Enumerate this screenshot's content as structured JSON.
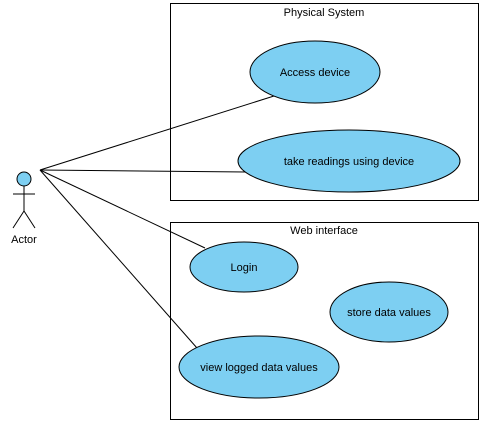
{
  "actor": {
    "label": "Actor",
    "head_color": "#7dcff2"
  },
  "colors": {
    "usecase_fill": "#7dcff2",
    "stroke": "#000000"
  },
  "systems": [
    {
      "id": "physical",
      "title": "Physical System"
    },
    {
      "id": "web",
      "title": "Web interface"
    }
  ],
  "use_cases": [
    {
      "id": "access",
      "label": "Access device",
      "linked_to_actor": true
    },
    {
      "id": "readings",
      "label": "take readings using device",
      "linked_to_actor": true
    },
    {
      "id": "login",
      "label": "Login",
      "linked_to_actor": true
    },
    {
      "id": "store",
      "label": "store data values",
      "linked_to_actor": false
    },
    {
      "id": "view",
      "label": "view logged data values",
      "linked_to_actor": true
    }
  ]
}
